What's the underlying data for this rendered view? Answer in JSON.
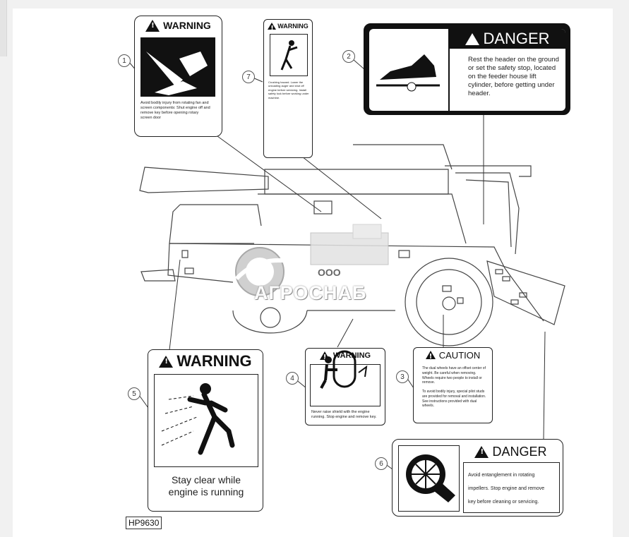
{
  "decal1": {
    "header": "WARNING",
    "text": "Avoid bodily injury from rotating fan and screen components: Shut engine off and remove key before opening rotary screen door"
  },
  "decal2": {
    "header": "DANGER",
    "text": "Rest the header on the ground or set the safety stop, located on the feeder house lift cylinder, before getting under header."
  },
  "decal3": {
    "header": "CAUTION",
    "text1": "The dual wheels have an offset center of weight. Be careful when removing. Wheels require two people to install or remove.",
    "text2": "To avoid bodily injury, special pilot studs are provided for removal and installation. See instructions provided with dual wheels."
  },
  "decal4": {
    "header": "WARNING",
    "text": "Never raise shield with the engine running. Stop engine and remove key."
  },
  "decal5": {
    "header": "WARNING",
    "text": "Stay clear while engine is running"
  },
  "decal6": {
    "header": "DANGER",
    "line1": "Avoid entanglement in rotating",
    "line2": "impellers. Stop engine and remove",
    "line3": "key before cleaning or servicing."
  },
  "decal7": {
    "header": "WARNING",
    "text": "Crushing hazard. Lower the unloading auger and shut off engine before servicing. Install safety lock before working under machine."
  },
  "callouts": [
    "1",
    "2",
    "3",
    "4",
    "5",
    "6",
    "7"
  ],
  "figure_code": "HP9630",
  "watermark": {
    "brand": "АГРОСНАБ",
    "prefix": "ООО"
  }
}
